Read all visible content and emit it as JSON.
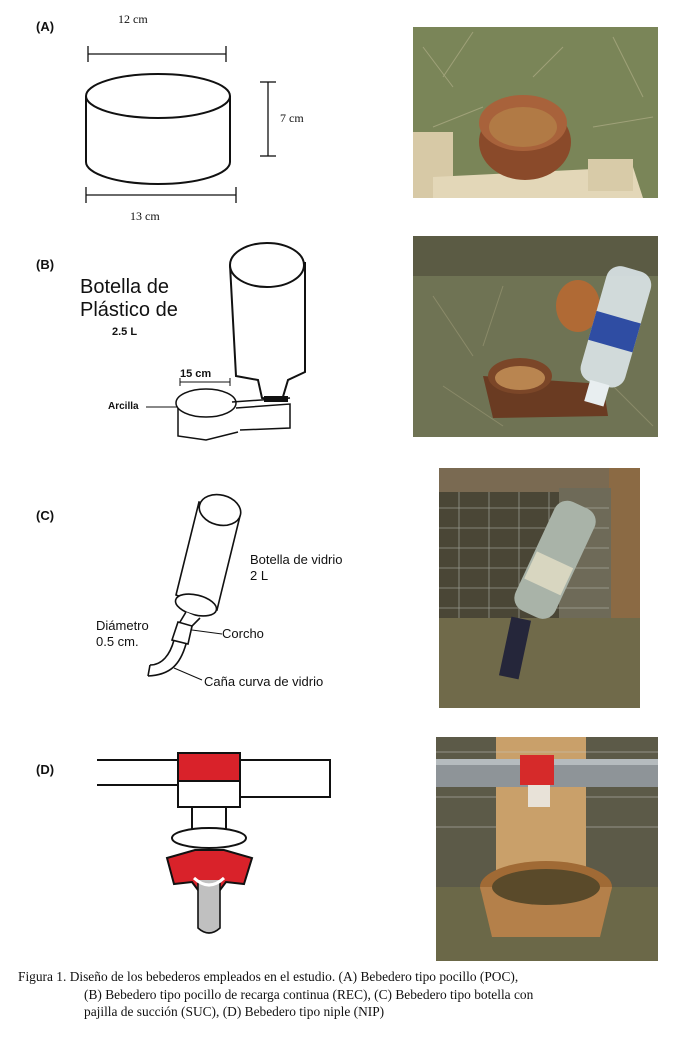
{
  "panels": {
    "a": {
      "letter": "(A)",
      "top_width": "12 cm",
      "height": "7 cm",
      "bottom_width": "13 cm"
    },
    "b": {
      "letter": "(B)",
      "bottle_line1": "Botella de",
      "bottle_line2": "Plástico de",
      "volume": "2.5 L",
      "width": "15 cm",
      "clay": "Arcilla"
    },
    "c": {
      "letter": "(C)",
      "bottle_line1": "Botella de vidrio",
      "bottle_line2": "2 L",
      "diameter_line1": "Diámetro",
      "diameter_line2": "0.5 cm.",
      "cork": "Corcho",
      "tube": "Caña curva de vidrio"
    },
    "d": {
      "letter": "(D)"
    }
  },
  "caption": {
    "line1": "Figura 1. Diseño de los bebederos empleados en el estudio. (A) Bebedero tipo pocillo (POC),",
    "line2": "(B) Bebedero tipo pocillo de recarga continua (REC), (C) Bebedero tipo botella con",
    "line3": "pajilla de succión (SUC), (D) Bebedero tipo niple (NIP)"
  },
  "colors": {
    "nipple_red": "#d9222a",
    "line": "#111111",
    "grass": "#7d8a5a",
    "clay": "#a6643a"
  }
}
